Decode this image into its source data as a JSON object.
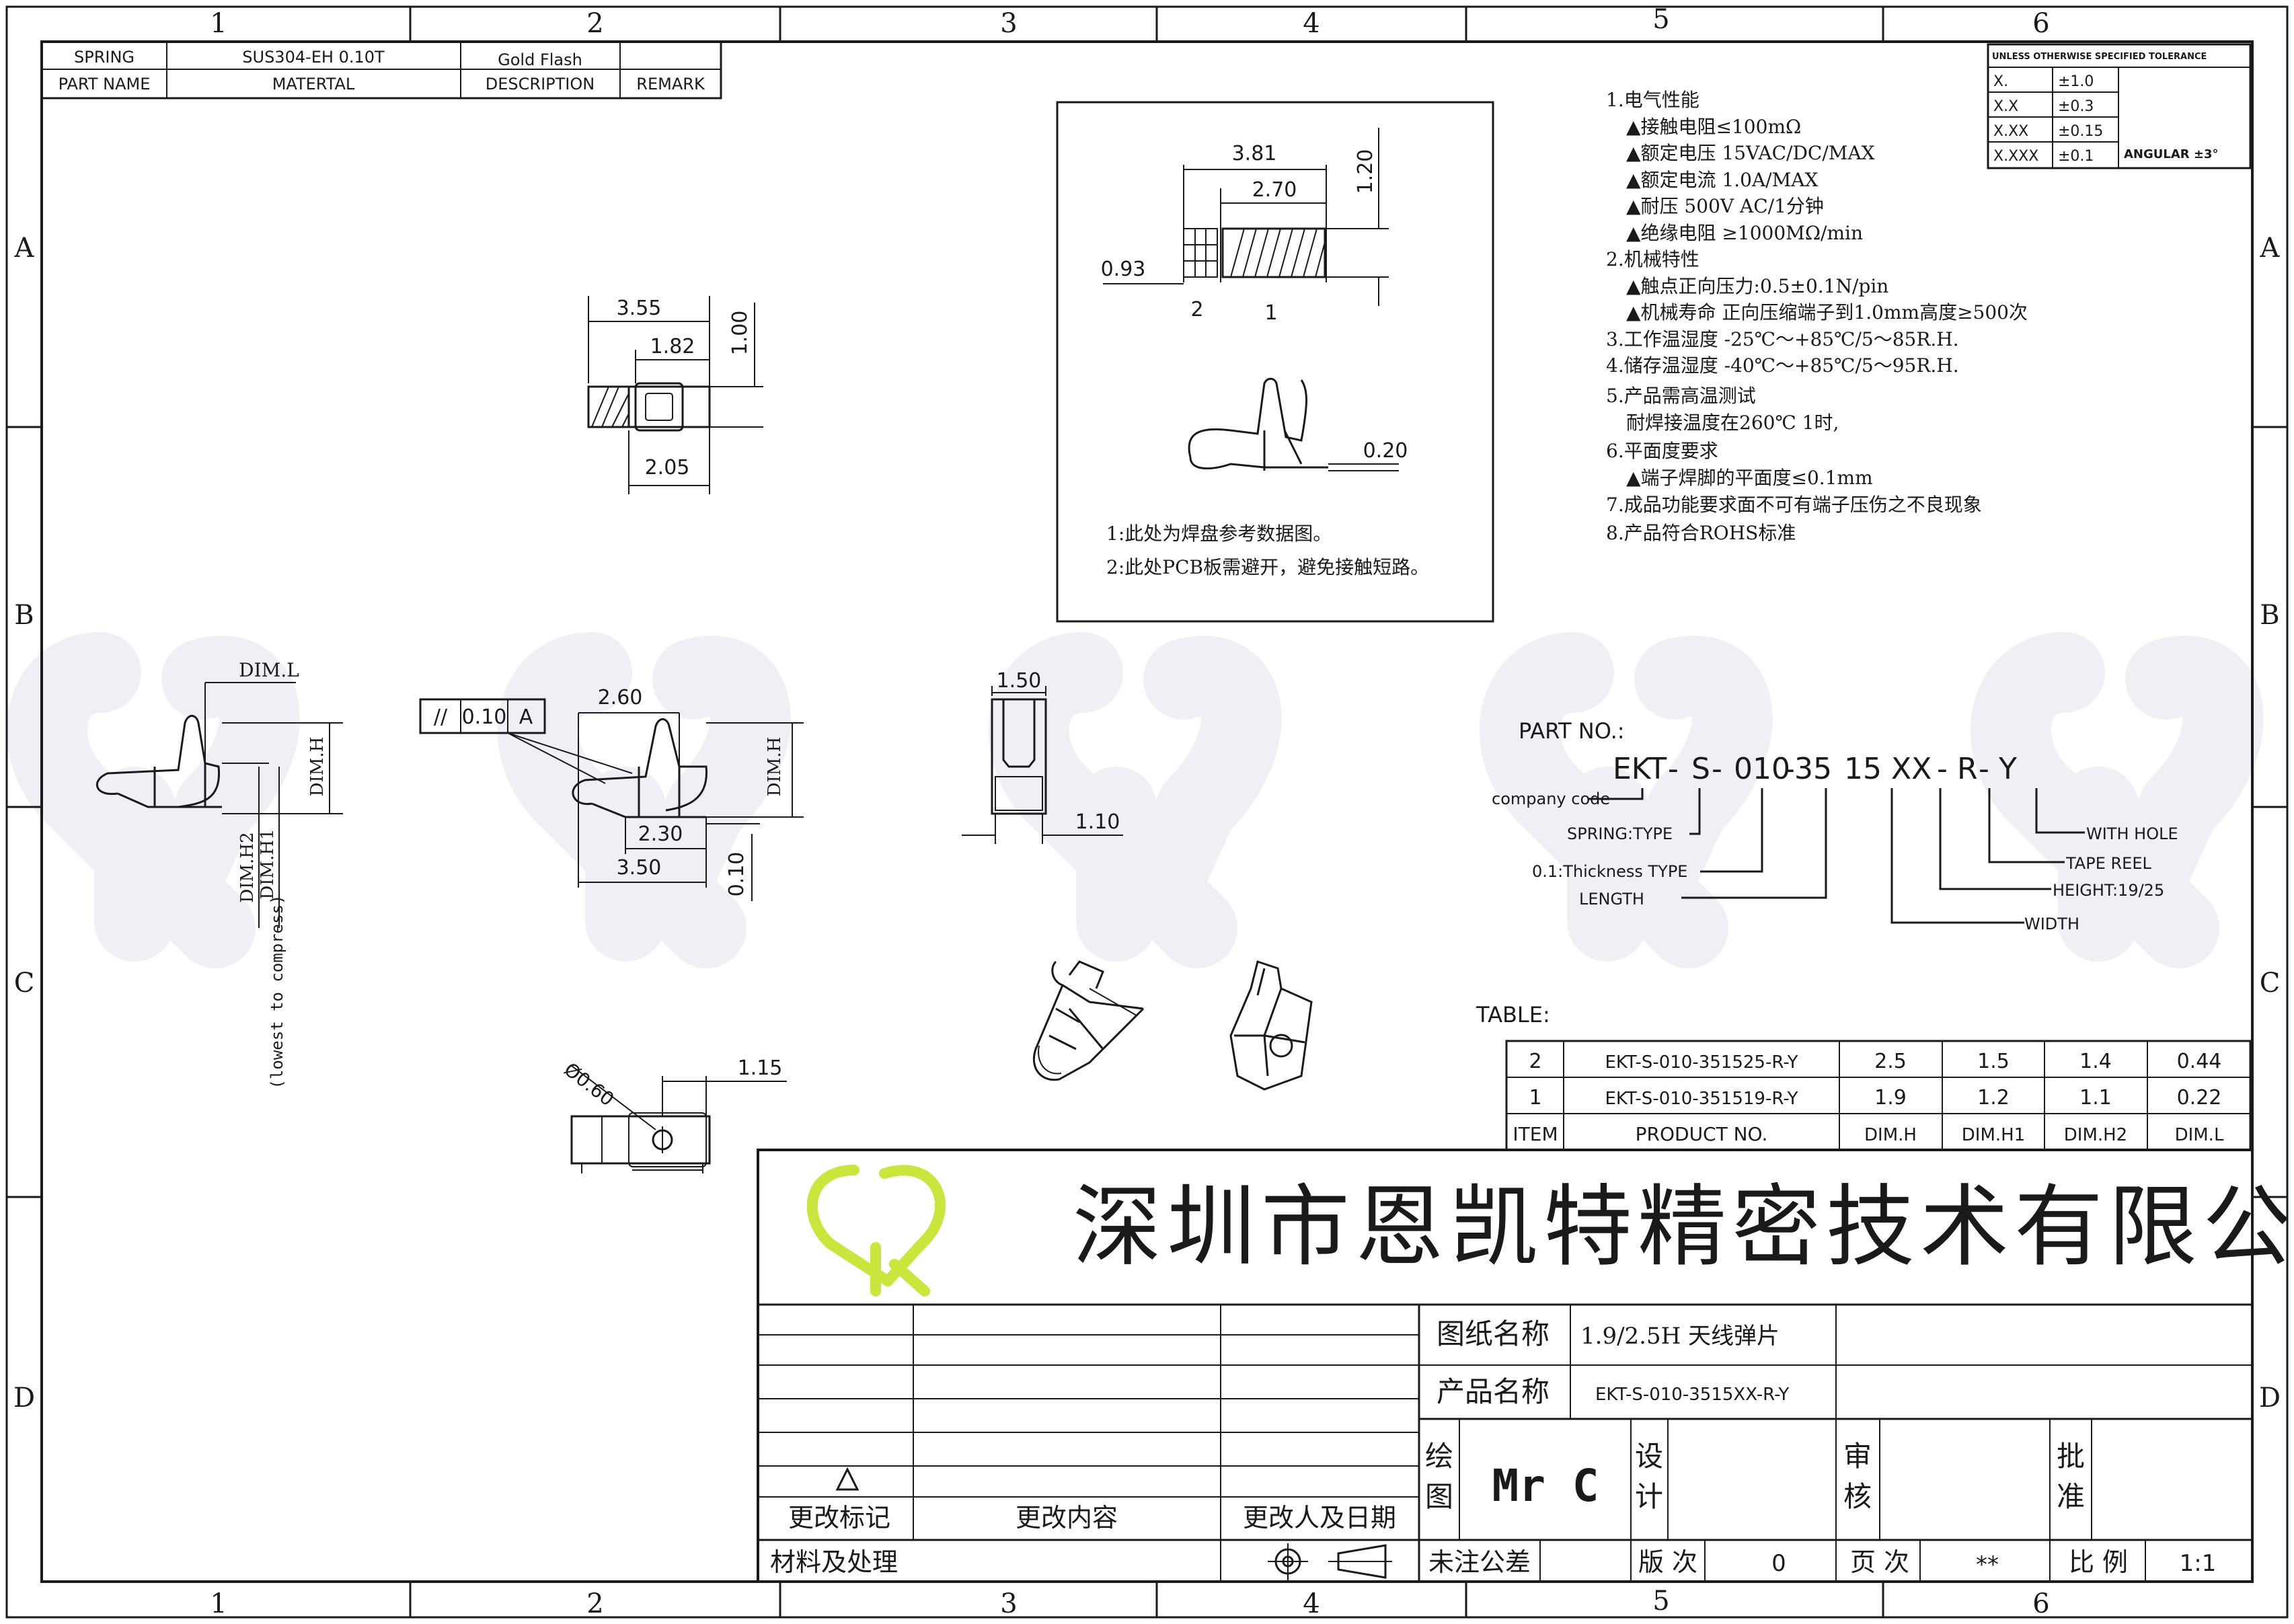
{
  "border": {
    "columns": [
      "1",
      "2",
      "3",
      "4",
      "5",
      "6"
    ],
    "rows": [
      "A",
      "B",
      "C",
      "D"
    ]
  },
  "material_block": {
    "row1": {
      "part_name": "SPRING",
      "material": "SUS304-EH 0.10T",
      "description": "Gold Flash",
      "remark": ""
    },
    "headers": {
      "part_name": "PART NAME",
      "material": "MATERTAL",
      "description": "DESCRIPTION",
      "remark": "REMARK"
    }
  },
  "tolerance_block": {
    "title": "UNLESS OTHERWISE SPECIFIED TOLERANCE",
    "rows": [
      {
        "key": "X.",
        "val": "±1.0"
      },
      {
        "key": "X.X",
        "val": "±0.3"
      },
      {
        "key": "X.XX",
        "val": "±0.15"
      },
      {
        "key": "X.XXX",
        "val": "±0.1"
      }
    ],
    "angular": "ANGULAR  ±3°"
  },
  "notes": [
    "1.电气性能",
    "▲接触电阻≤100mΩ",
    "▲额定电压 15VAC/DC/MAX",
    "▲额定电流 1.0A/MAX",
    "▲耐压 500V AC/1分钟",
    "▲绝缘电阻 ≥1000MΩ/min",
    "2.机械特性",
    "▲触点正向压力:0.5±0.1N/pin",
    "▲机械寿命 正向压缩端子到1.0mm高度≥500次",
    "3.工作温湿度  -25℃～+85℃/5～85R.H.",
    "4.储存温湿度  -40℃～+85℃/5～95R.H.",
    "5.产品需高温测试",
    "耐焊接温度在260℃ 1时,",
    "6.平面度要求",
    "▲端子焊脚的平面度≤0.1mm",
    "7.成品功能要求面不可有端子压伤之不良现象",
    "8.产品符合ROHS标准"
  ],
  "pad_view": {
    "dims": [
      "3.81",
      "2.70",
      "1.20",
      "0.93",
      "0.20"
    ],
    "labels": [
      "2",
      "1"
    ],
    "notes": [
      "1:此处为焊盘参考数据图。",
      "2:此处PCB板需避开，避免接触短路。"
    ]
  },
  "top_view": {
    "dims": [
      "3.55",
      "1.82",
      "1.00",
      "2.05"
    ]
  },
  "side_left": {
    "dims": [
      "DIM.L",
      "DIM.H",
      "DIM.H2",
      "DIM.H1"
    ],
    "note": "(lowest to compress)"
  },
  "side_right": {
    "dims": [
      "2.60",
      "DIM.H",
      "2.30",
      "3.50",
      "0.10"
    ],
    "fcf": [
      "//",
      "0.10",
      "A"
    ]
  },
  "front_view": {
    "dims": [
      "1.50",
      "1.10"
    ]
  },
  "bottom_view": {
    "dims": [
      "Ø0.60",
      "1.15"
    ]
  },
  "part_no": {
    "title": "PART NO.:",
    "code": [
      "EKT",
      "-",
      "S",
      "-",
      "010",
      "-",
      "35",
      "15",
      "XX",
      "-",
      "R",
      "-",
      "Y"
    ],
    "labels": {
      "company": "company code",
      "spring": "SPRING:TYPE",
      "thickness": "0.1:Thickness TYPE",
      "length": "LENGTH",
      "width": "WIDTH",
      "height": "HEIGHT:19/25",
      "tape": "TAPE REEL",
      "hole": "WITH HOLE"
    }
  },
  "table": {
    "title": "TABLE:",
    "headers": [
      "ITEM",
      "PRODUCT NO.",
      "DIM.H",
      "DIM.H1",
      "DIM.H2",
      "DIM.L"
    ],
    "rows": [
      [
        "2",
        "EKT-S-010-351525-R-Y",
        "2.5",
        "1.5",
        "1.4",
        "0.44"
      ],
      [
        "1",
        "EKT-S-010-351519-R-Y",
        "1.9",
        "1.2",
        "1.1",
        "0.22"
      ]
    ]
  },
  "title_block": {
    "company": "深圳市恩凯特精密技术有限公司",
    "drawing_name_label": "图纸名称",
    "drawing_name": "1.9/2.5H 天线弹片",
    "product_name_label": "产品名称",
    "product_name": "EKT-S-010-3515XX-R-Y",
    "draw_label": [
      "绘",
      "图"
    ],
    "drawer": "Mr C",
    "design_label": [
      "设",
      "计"
    ],
    "review_label": [
      "审",
      "核"
    ],
    "approve_label": [
      "批",
      "准"
    ],
    "rev_mark_label": "更改标记",
    "rev_content_label": "更改内容",
    "rev_person_label": "更改人及日期",
    "material_label": "材料及处理",
    "tol_label": "未注公差",
    "version_label": "版 次",
    "version": "0",
    "page_label": "页 次",
    "page": "**",
    "scale_label": "比 例",
    "scale": "1:1"
  },
  "colors": {
    "line": "#1a1a1a",
    "logo": "#c8e63c",
    "watermark": "#eef0f5"
  }
}
